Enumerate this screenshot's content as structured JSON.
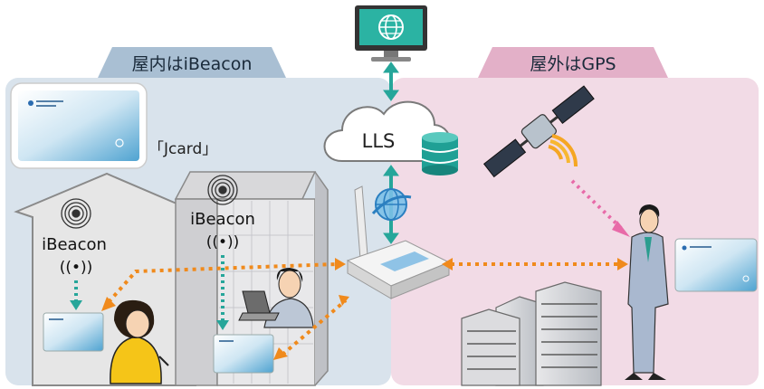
{
  "tabs": {
    "indoor": "屋内はiBeacon",
    "outdoor": "屋外はGPS"
  },
  "card_label": "「Jcard」",
  "cloud_label": "LLS",
  "beacon_house": "iBeacon",
  "beacon_building": "iBeacon",
  "beacon_signal": "((•))",
  "colors": {
    "indoor_bg": "#d9e3ec",
    "outdoor_bg": "#f2dbe6",
    "indoor_tab": "#a9bfd3",
    "outdoor_tab": "#e3b0c8",
    "teal": "#26a69a",
    "orange": "#f08a1c",
    "pink": "#e86aa8"
  }
}
